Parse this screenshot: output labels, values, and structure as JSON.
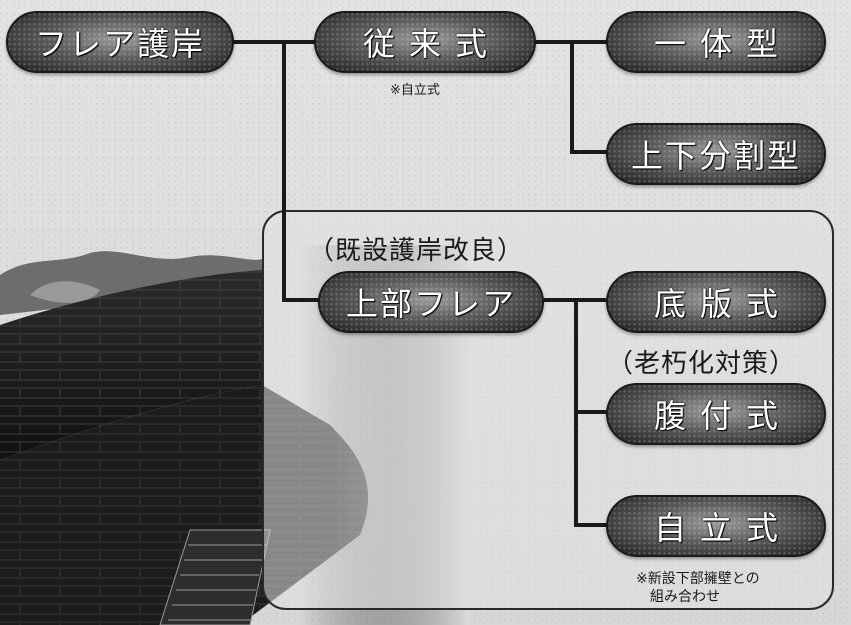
{
  "nodes": {
    "flare_revetment": "フレア護岸",
    "traditional": "従来式",
    "one_piece": "一体型",
    "split_type": "上下分割型",
    "upper_flare": "上部フレア",
    "base_slab": "底版式",
    "belly_attached": "腹付式",
    "self_standing": "自立式"
  },
  "labels": {
    "traditional_note": "※自立式",
    "existing_improvement": "（既設護岸改良）",
    "aging_countermeasure": "（老朽化対策）",
    "self_standing_note_line1": "※新設下部擁壁との",
    "self_standing_note_line2": "組み合わせ"
  },
  "colors": {
    "pill_dark": "#1e1e1e",
    "pill_light": "#9b9b9b",
    "line": "#1a1a1a",
    "background": "#dcdcdc"
  }
}
